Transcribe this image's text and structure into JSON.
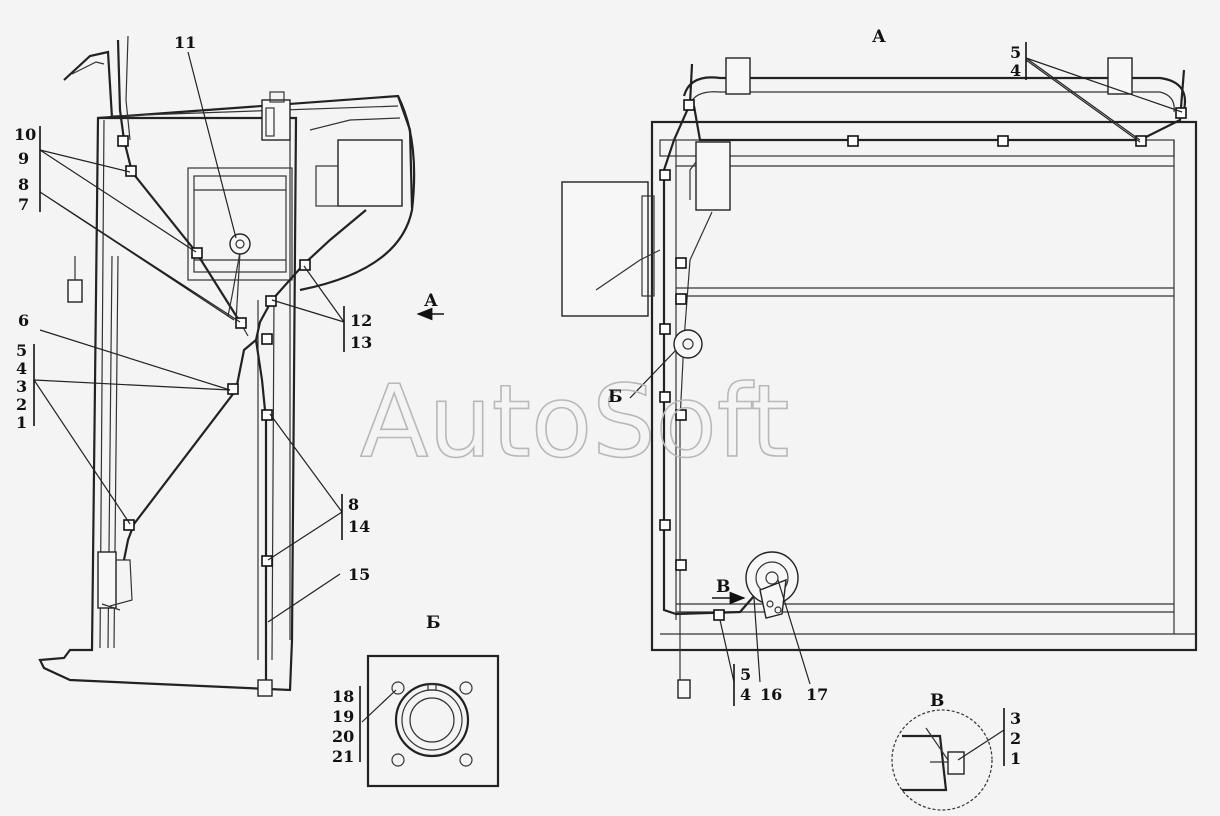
{
  "views": {
    "a": "А",
    "b": "Б",
    "v": "В"
  },
  "watermark": "AutoSoft",
  "callouts": {
    "c1": "1",
    "c2": "2",
    "c3": "3",
    "c4": "4",
    "c5": "5",
    "c6": "6",
    "c7": "7",
    "c8": "8",
    "c9": "9",
    "c10": "10",
    "c11": "11",
    "c12": "12",
    "c13": "13",
    "c14": "14",
    "c15": "15",
    "c16": "16",
    "c17": "17",
    "c18": "18",
    "c19": "19",
    "c20": "20",
    "c21": "21"
  }
}
